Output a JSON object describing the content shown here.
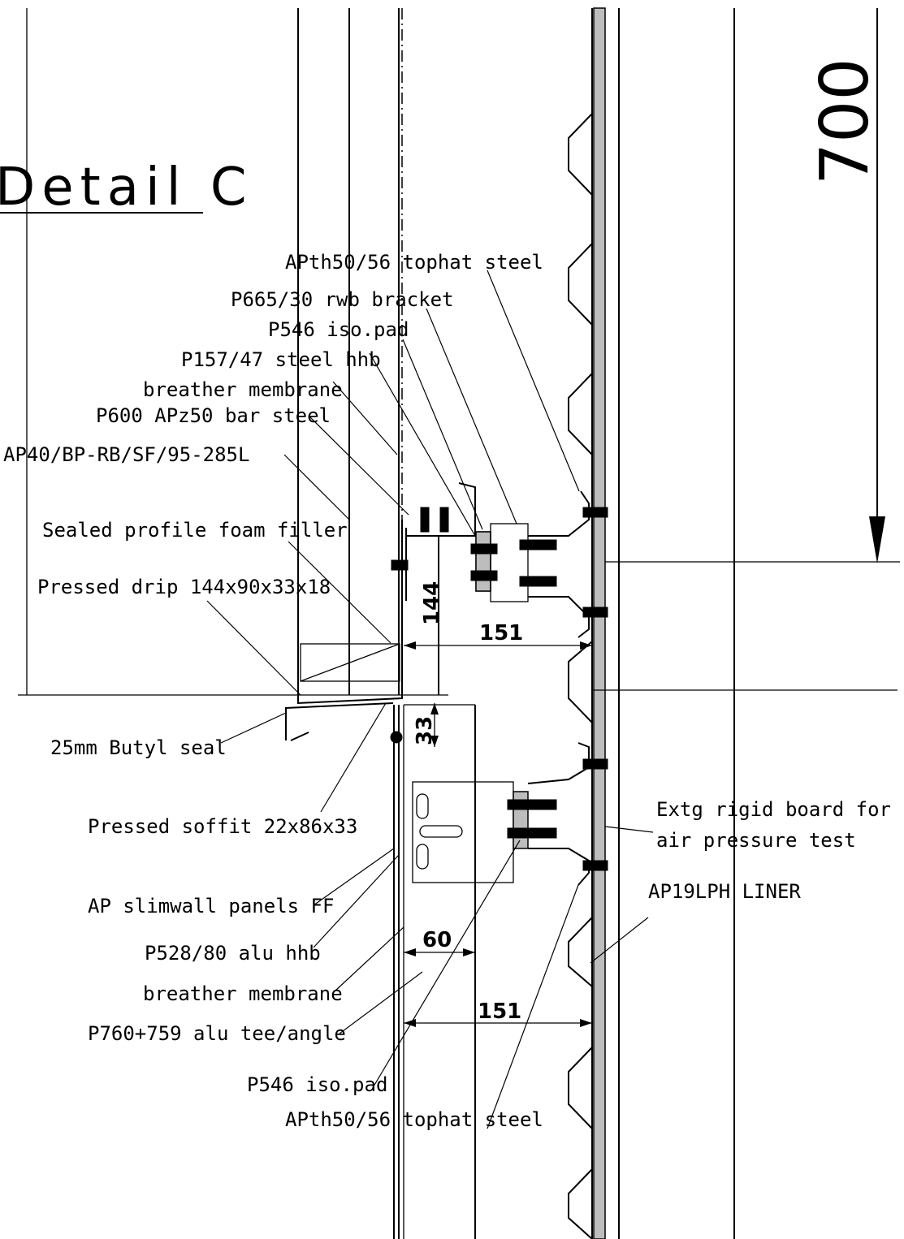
{
  "title": "Detail C",
  "dimensions": {
    "height_700": "700",
    "dim_144": "144",
    "dim_151_top": "151",
    "dim_33": "33",
    "dim_60": "60",
    "dim_151_bottom": "151"
  },
  "labels": {
    "apth_top": "APth50/56 tophat steel",
    "p665": "P665/30 rwb bracket",
    "p546_top": "P546 iso.pad",
    "p157": "P157/47 steel hhb",
    "breather_top": "breather membrane",
    "p600": "P600 APz50 bar steel",
    "ap40": "AP40/BP-RB/SF/95-285L",
    "sealed_filler": "Sealed profile foam filler",
    "pressed_drip": "Pressed drip 144x90x33x18",
    "butyl": "25mm Butyl seal",
    "soffit": "Pressed soffit 22x86x33",
    "slimwall": "AP slimwall panels FF",
    "p528": "P528/80 alu hhb",
    "breather_bottom": "breather membrane",
    "p760": "P760+759 alu tee/angle",
    "p546_bottom": "P546 iso.pad",
    "apth_bottom": "APth50/56 tophat steel",
    "extg_line1": "Extg rigid board for",
    "extg_line2": "air pressure test",
    "liner": "AP19LPH LINER"
  }
}
